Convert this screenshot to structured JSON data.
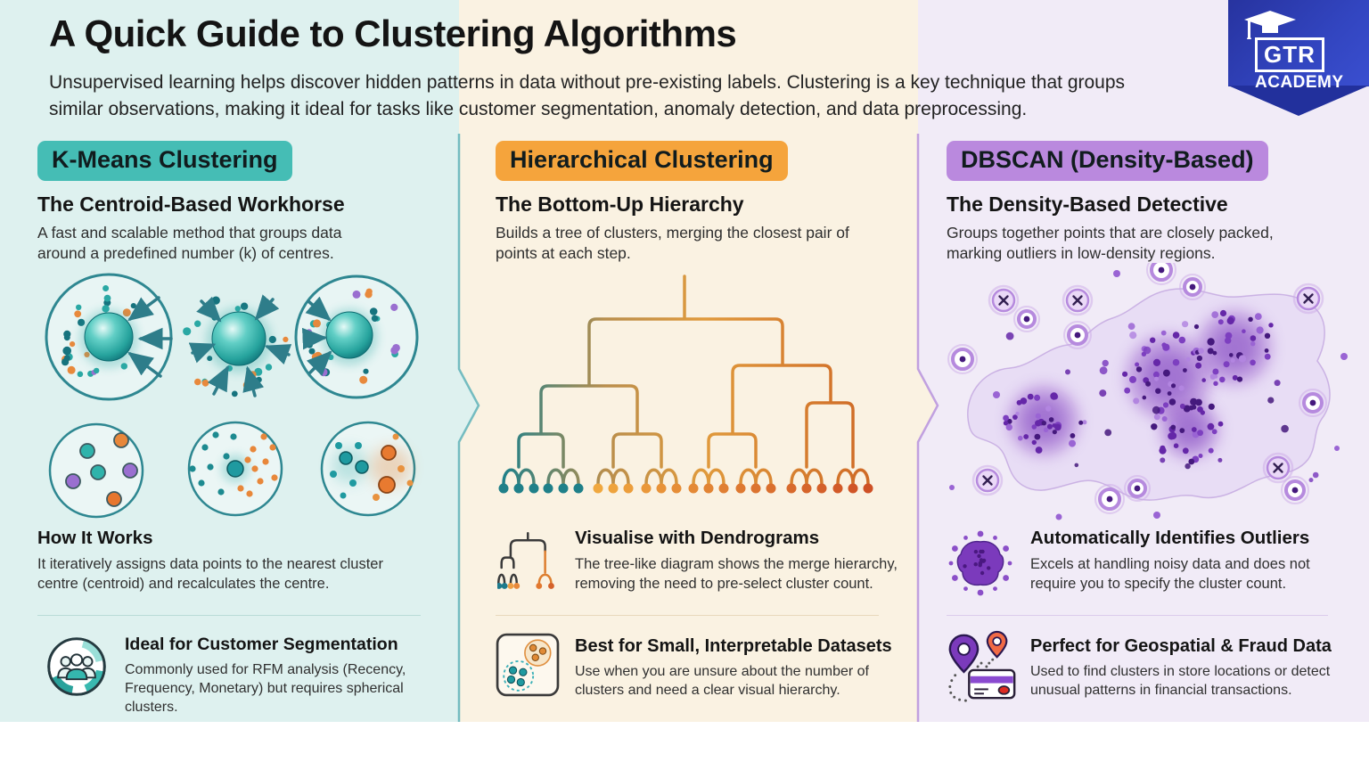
{
  "page": {
    "title": "A Quick Guide to Clustering Algorithms",
    "intro_line1": "Unsupervised learning helps discover hidden patterns in data without pre-existing labels. Clustering is a key technique that groups",
    "intro_line2": "similar observations, making it ideal for tasks like customer segmentation, anomaly detection, and data preprocessing."
  },
  "logo": {
    "name": "GTR",
    "suffix": "ACADEMY",
    "icon": "graduation-cap-icon",
    "bg_color": "#2e3cb0"
  },
  "columns": [
    {
      "badge_label": "K-Means Clustering",
      "accent": "#45bdb5",
      "bg": "#def1ef",
      "subtitle": "The Centroid-Based Workhorse",
      "description": "A fast and scalable method that groups data around a predefined number (k) of centres.",
      "mid_heading": "How It Works",
      "mid_text": "It iteratively assigns data points to the nearest cluster centre (centroid) and recalculates the centre.",
      "bottom_heading": "Ideal for Customer Segmentation",
      "bottom_text": "Commonly used for RFM analysis (Recency, Frequency, Monetary) but requires spherical clusters.",
      "bottom_icon": "customer-segmentation-icon",
      "divider_color": "#b9dcd7"
    },
    {
      "badge_label": "Hierarchical Clustering",
      "accent": "#f5a43c",
      "bg": "#faf2e2",
      "subtitle": "The Bottom-Up Hierarchy",
      "description": "Builds a tree of clusters, merging the closest pair of points at each step.",
      "mid_heading": "Visualise with Dendrograms",
      "mid_text": "The tree-like diagram shows the merge hierarchy, removing the need to pre-select cluster count.",
      "mid_icon": "mini-dendrogram-icon",
      "bottom_heading": "Best for Small, Interpretable Datasets",
      "bottom_text": "Use when you are unsure about the number of clusters and need a clear visual hierarchy.",
      "bottom_icon": "dataset-box-icon",
      "divider_color": "#e8d9bc"
    },
    {
      "badge_label": "DBSCAN (Density-Based)",
      "accent": "#ba89de",
      "bg": "#f1ebf7",
      "subtitle": "The Density-Based Detective",
      "description": "Groups together points that are closely packed, marking outliers in low-density regions.",
      "mid_heading": "Automatically Identifies Outliers",
      "mid_text": "Excels at handling noisy data and does not require you to specify the cluster count.",
      "mid_icon": "outlier-blob-icon",
      "bottom_heading": "Perfect for Geospatial & Fraud Data",
      "bottom_text": "Used to find clusters in store locations or detect unusual patterns in financial transactions.",
      "bottom_icon": "map-pins-card-icon",
      "divider_color": "#dccbeb"
    }
  ],
  "colors": {
    "kmeans_dot_teal": "#2aa8a4",
    "kmeans_dot_dark_teal": "#16737e",
    "kmeans_dot_orange": "#e8893c",
    "kmeans_dot_purple": "#9a6fd0",
    "kmeans_arrow": "#2e7d8a",
    "kmeans_circle_stroke": "#2e8791",
    "dendro_teal": "#1f8089",
    "dendro_orange_start": "#f0a83f",
    "dendro_orange_end": "#ce5025",
    "dbscan_blob": "#e8dcf5",
    "dbscan_cluster": "#8e4ec6",
    "dbscan_dot_dark": "#45197d",
    "dbscan_dot_mid": "#7d3fc0",
    "dbscan_dot_light": "#b285e0",
    "dbscan_ring": "#b68ade",
    "divider1_stroke": "#5fb3b8",
    "divider2_stroke": "#b793dd"
  }
}
